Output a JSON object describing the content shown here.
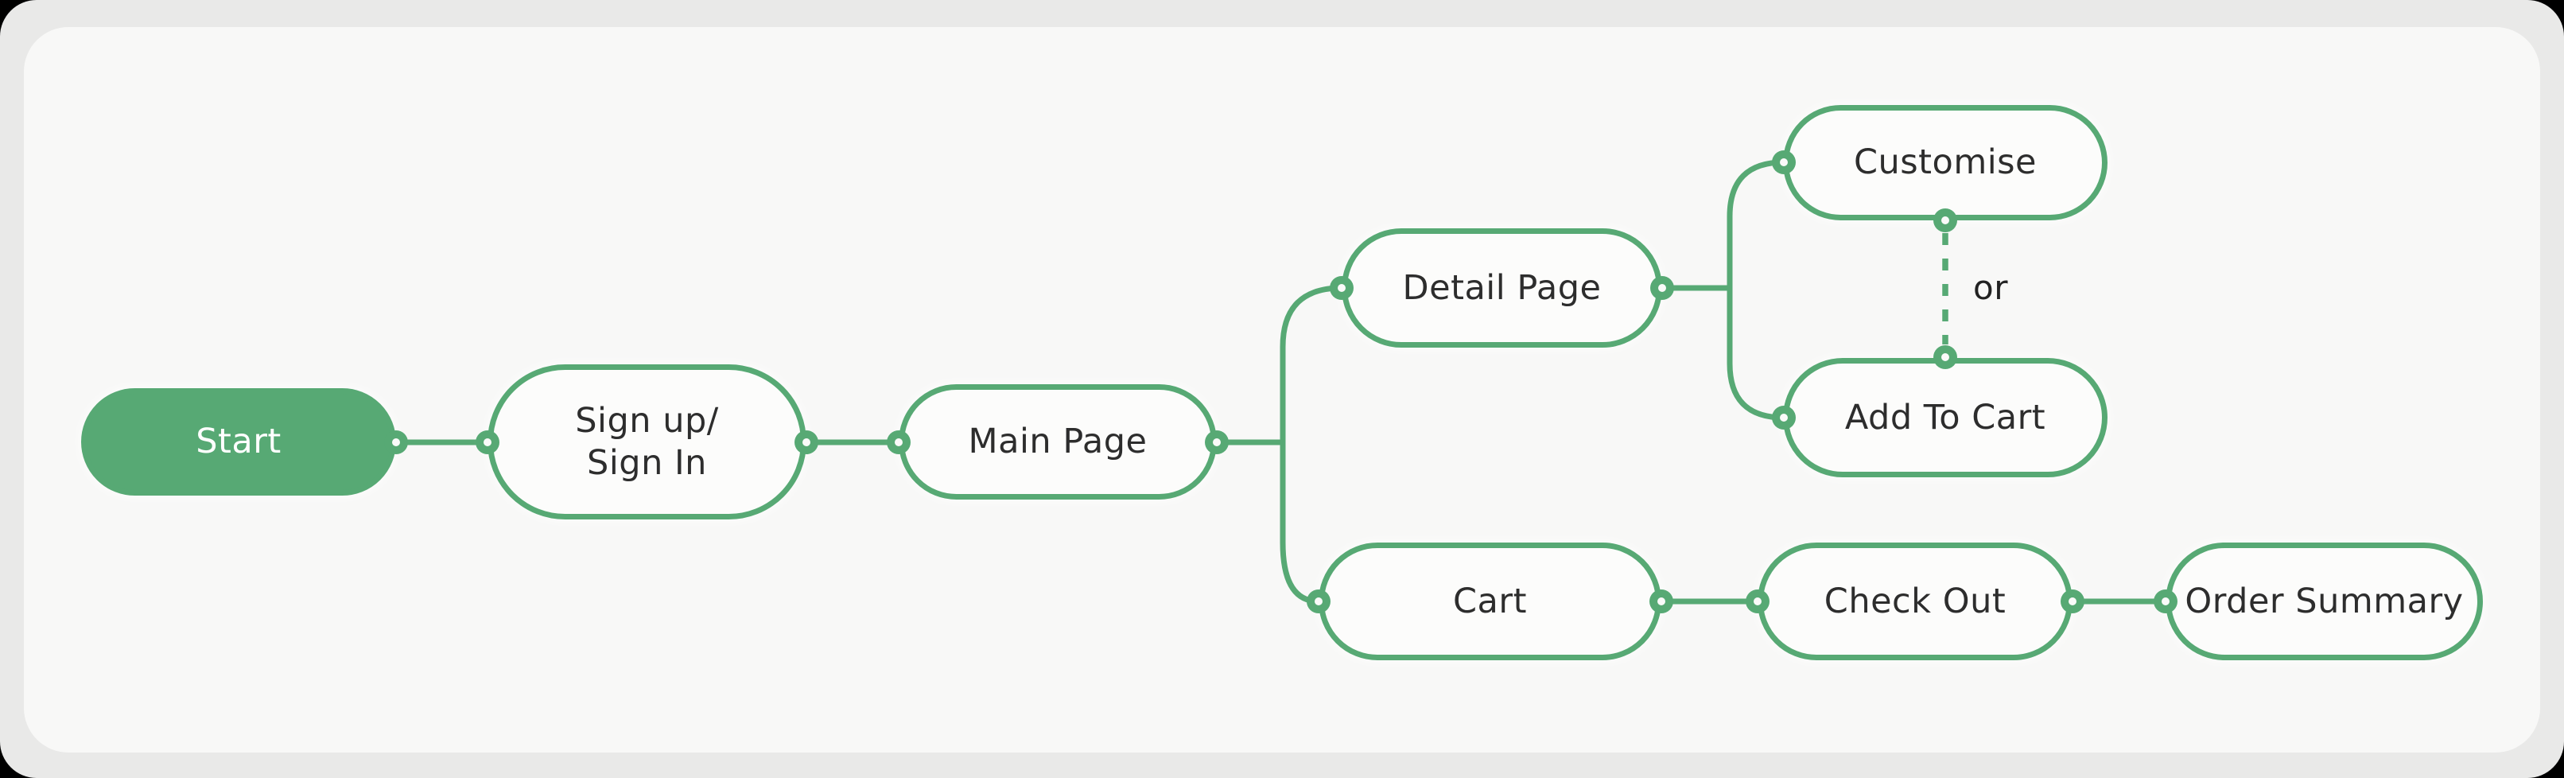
{
  "theme": {
    "css_vars": {
      "--green": "#57a974",
      "--node-fill": "#fcfcfb",
      "--bg": "#f8f8f7",
      "--frame": "#e9e9e8",
      "--text": "#2d2d2d",
      "--hole": "#fafaf9"
    },
    "accent_green": "#57a974",
    "canvas_background": "#f8f8f7",
    "frame_background": "#e9e9e8",
    "node_fill": "#fcfcfb",
    "node_text_color": "#2d2d2d",
    "start_node_fill": "#57a974",
    "start_node_text_color": "#ffffff"
  },
  "flowchart": {
    "nodes": [
      {
        "id": "start",
        "label": "Start",
        "style": "filled"
      },
      {
        "id": "signup",
        "label": "Sign up/\nSign In",
        "style": "outline"
      },
      {
        "id": "main",
        "label": "Main Page",
        "style": "outline"
      },
      {
        "id": "detail",
        "label": "Detail Page",
        "style": "outline"
      },
      {
        "id": "customise",
        "label": "Customise",
        "style": "outline"
      },
      {
        "id": "addtocart",
        "label": "Add To Cart",
        "style": "outline"
      },
      {
        "id": "cart",
        "label": "Cart",
        "style": "outline"
      },
      {
        "id": "checkout",
        "label": "Check Out",
        "style": "outline"
      },
      {
        "id": "ordersummary",
        "label": "Order Summary",
        "style": "outline"
      }
    ],
    "edges": [
      {
        "from": "start",
        "to": "signup",
        "style": "solid"
      },
      {
        "from": "signup",
        "to": "main",
        "style": "solid"
      },
      {
        "from": "main",
        "to": "detail",
        "style": "solid"
      },
      {
        "from": "main",
        "to": "cart",
        "style": "solid"
      },
      {
        "from": "detail",
        "to": "customise",
        "style": "solid"
      },
      {
        "from": "detail",
        "to": "addtocart",
        "style": "solid"
      },
      {
        "from": "customise",
        "to": "addtocart",
        "style": "dashed",
        "label": "or"
      },
      {
        "from": "cart",
        "to": "checkout",
        "style": "solid"
      },
      {
        "from": "checkout",
        "to": "ordersummary",
        "style": "solid"
      }
    ],
    "or_label": "or"
  }
}
